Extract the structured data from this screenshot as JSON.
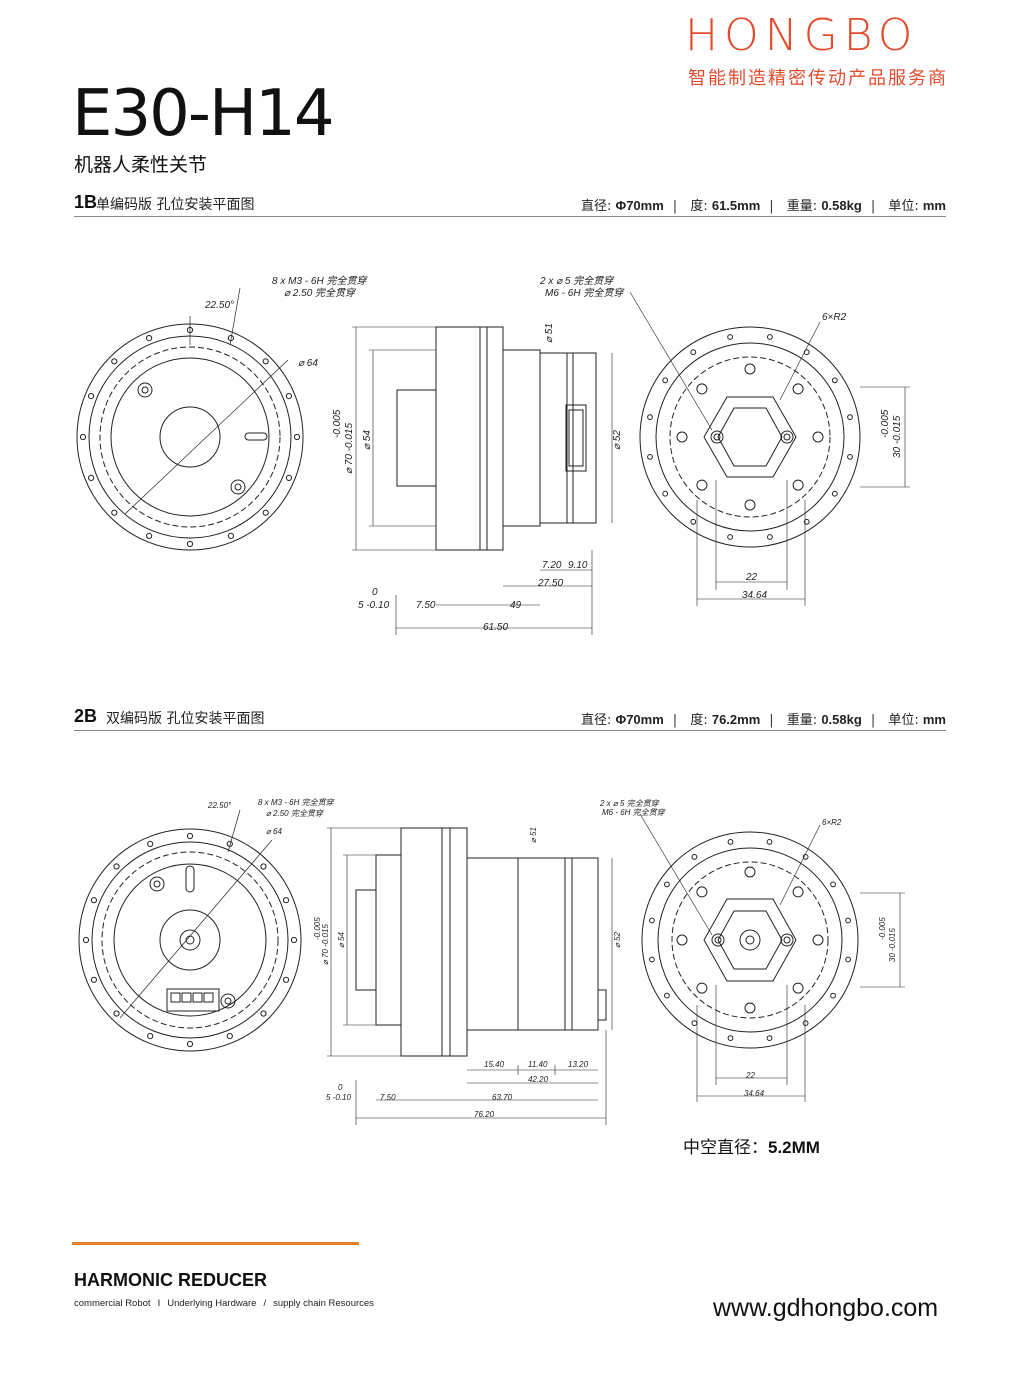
{
  "brand": {
    "logo_text": "HONGBO",
    "tagline": "智能制造精密传动产品服务商",
    "color": "#e24b2e"
  },
  "product": {
    "model": "E30-H14",
    "subtitle": "机器人柔性关节"
  },
  "section1": {
    "number": "1B",
    "title": "单编码版 孔位安装平面图",
    "specs": [
      {
        "label": "直径:",
        "value": "Φ70mm"
      },
      {
        "label": "度:",
        "value": "61.5mm"
      },
      {
        "label": "重量:",
        "value": "0.58kg"
      },
      {
        "label": "单位:",
        "value": "mm"
      }
    ],
    "drawing": {
      "note_holes_1": "8 x  M3 - 6H 完全贯穿",
      "note_holes_2": "⌀ 2.50 完全贯穿",
      "angle": "22.50°",
      "dia_64": "⌀ 64",
      "dia_70": "⌀ 70 -0.015",
      "dia_70_tol": "-0.005",
      "dia_54": "⌀ 54",
      "dia_51": "⌀ 51",
      "dia_52": "⌀ 52",
      "note_side_1": "2 x ⌀ 5 完全贯穿",
      "note_side_2": "M6 - 6H 完全贯穿",
      "radius": "6×R2",
      "dim_30": "30 -0.015",
      "dim_30_tol": "-0.005",
      "dim_720": "7.20",
      "dim_910": "9.10",
      "dim_2750": "27.50",
      "dim_0": "0",
      "dim_5": "5 -0.10",
      "dim_750": "7.50",
      "dim_49": "49",
      "dim_6150": "61.50",
      "dim_22": "22",
      "dim_3464": "34.64"
    }
  },
  "section2": {
    "number": "2B",
    "title": "双编码版 孔位安装平面图",
    "specs": [
      {
        "label": "直径:",
        "value": "Φ70mm"
      },
      {
        "label": "度:",
        "value": "76.2mm"
      },
      {
        "label": "重量:",
        "value": "0.58kg"
      },
      {
        "label": "单位:",
        "value": "mm"
      }
    ],
    "drawing": {
      "note_holes_1": "8 x  M3 - 6H 完全贯穿",
      "note_holes_2": "⌀ 2.50 完全贯穿",
      "angle": "22.50°",
      "dia_64": "⌀ 64",
      "dia_70": "⌀ 70 -0.015",
      "dia_70_tol": "-0.005",
      "dia_54": "⌀ 54",
      "dia_51": "⌀ 51",
      "dia_52": "⌀ 52",
      "note_side_1": "2 x ⌀ 5 完全贯穿",
      "note_side_2": "M6 - 6H 完全贯穿",
      "radius": "6×R2",
      "dim_30": "30 -0.015",
      "dim_30_tol": "-0.005",
      "dim_1540": "15.40",
      "dim_1140": "11.40",
      "dim_1320": "13.20",
      "dim_4220": "42.20",
      "dim_0": "0",
      "dim_5": "5 -0.10",
      "dim_750": "7.50",
      "dim_6370": "63.70",
      "dim_7620": "76.20",
      "dim_22": "22",
      "dim_3464": "34.64"
    }
  },
  "hollow": {
    "label": "中空直径：",
    "value": "5.2MM"
  },
  "footer": {
    "title": "HARMONIC REDUCER",
    "tags": [
      "commercial Robot",
      "Underlying Hardware",
      "supply chain Resources"
    ],
    "tag_seps": [
      "I",
      "/"
    ],
    "website": "www.gdhongbo.com",
    "accent": "#e4812e"
  }
}
